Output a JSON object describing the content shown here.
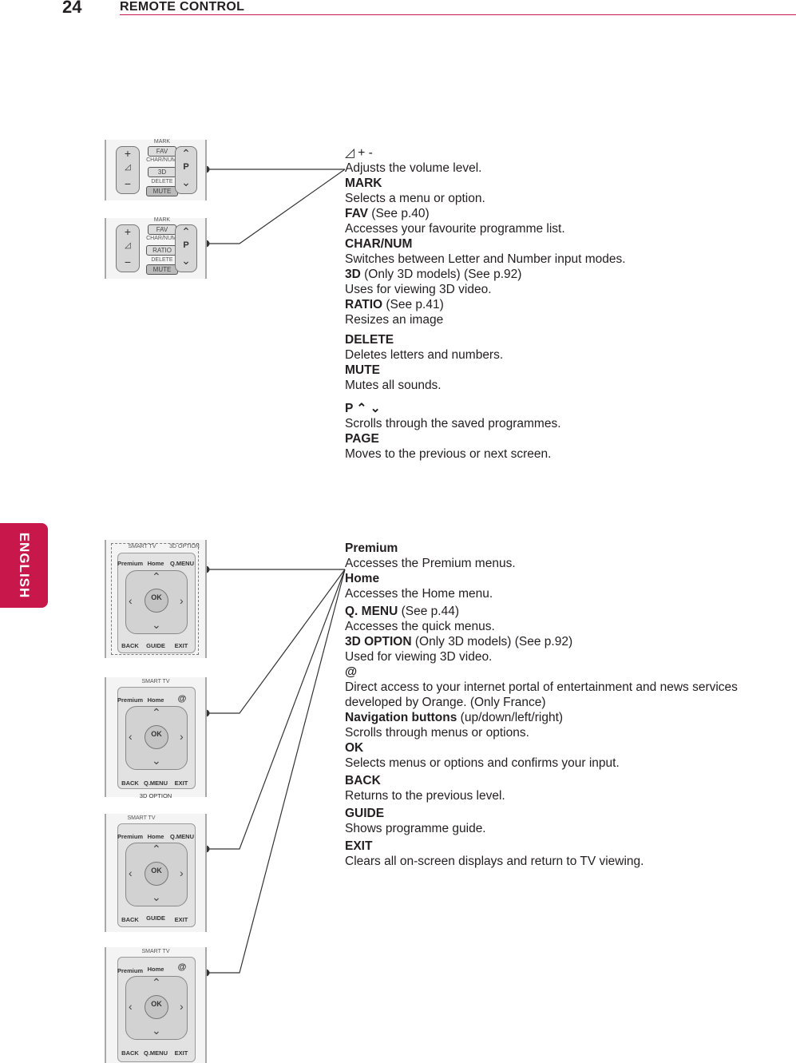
{
  "header": {
    "page_number": "24",
    "title": "REMOTE CONTROL"
  },
  "language_tab": "ENGLISH",
  "volume_section": {
    "vol_label": "+ -",
    "items": [
      {
        "desc": "Adjusts the volume level."
      },
      {
        "name": "MARK",
        "extra": "",
        "desc": "Selects a menu or option."
      },
      {
        "name": "FAV",
        "extra": " (See p.40)",
        "desc": "Accesses your favourite programme list."
      },
      {
        "name": "CHAR/NUM",
        "extra": "",
        "desc": "Switches between Letter and Number input modes."
      },
      {
        "name": "3D",
        "extra": " (Only 3D models) (See p.92)",
        "desc": "Uses for viewing 3D video."
      },
      {
        "name": "RATIO",
        "extra": " (See p.41)",
        "desc": "Resizes an image"
      },
      {
        "name": "DELETE",
        "extra": "",
        "desc": "Deletes letters and numbers."
      },
      {
        "name": "MUTE",
        "extra": "",
        "desc": "Mutes all sounds."
      },
      {
        "name": "P",
        "extra": " ⌃ ⌄",
        "desc": "Scrolls through the saved programmes."
      },
      {
        "name": "PAGE",
        "extra": "",
        "desc": "Moves to the previous or next screen."
      }
    ]
  },
  "nav_section": {
    "items": [
      {
        "name": "Premium",
        "extra": "",
        "desc": "Accesses the Premium menus."
      },
      {
        "name": "Home",
        "extra": "",
        "desc": "Accesses the Home menu."
      },
      {
        "name": "Q. MENU",
        "extra": " (See p.44)",
        "desc": "Accesses the quick menus."
      },
      {
        "name": "3D OPTION",
        "extra": " (Only 3D models) (See p.92)",
        "desc": "Used for viewing 3D video."
      },
      {
        "name": "@",
        "extra": "",
        "desc": "Direct access to your internet portal of entertainment and news services",
        "desc2": "developed by Orange. (Only France)"
      },
      {
        "name": "Navigation buttons",
        "extra": " (up/down/left/right)",
        "desc": "Scrolls through menus or options."
      },
      {
        "name": "OK",
        "extra": "",
        "desc": "Selects menus or options and confirms your input."
      },
      {
        "name": "BACK",
        "extra": "",
        "desc": "Returns to the previous level."
      },
      {
        "name": "GUIDE",
        "extra": "",
        "desc": "Shows programme guide."
      },
      {
        "name": "EXIT",
        "extra": "",
        "desc": "Clears all on-screen displays and return to TV viewing."
      }
    ]
  },
  "remote_top_a": {
    "mark": "MARK",
    "fav": "FAV",
    "charnum": "CHAR/NUM",
    "mid": "3D",
    "delete": "DELETE",
    "mute": "MUTE",
    "p": "P"
  },
  "remote_top_b": {
    "mark": "MARK",
    "fav": "FAV",
    "charnum": "CHAR/NUM",
    "mid": "RATIO",
    "delete": "DELETE",
    "mute": "MUTE",
    "p": "P"
  },
  "remote_nav_1": {
    "smart": "SMART TV",
    "extra_top": "3D OPTION",
    "premium": "Premium",
    "home": "Home",
    "corner": "Q.MENU",
    "ok": "OK",
    "back": "BACK",
    "mid_bottom": "GUIDE",
    "exit": "EXIT"
  },
  "remote_nav_2": {
    "smart": "SMART TV",
    "premium": "Premium",
    "home": "Home",
    "corner": "@",
    "ok": "OK",
    "back": "BACK",
    "mid_bottom": "Q.MENU",
    "exit": "EXIT",
    "below": "3D OPTION"
  },
  "remote_nav_3": {
    "smart": "SMART TV",
    "premium": "Premium",
    "home": "Home",
    "corner": "Q.MENU",
    "ok": "OK",
    "back": "BACK",
    "mid_bottom": "GUIDE",
    "exit": "EXIT"
  },
  "remote_nav_4": {
    "smart": "SMART TV",
    "premium": "Premium",
    "home": "Home",
    "corner": "@",
    "ok": "OK",
    "back": "BACK",
    "mid_bottom": "Q.MENU",
    "exit": "EXIT"
  }
}
